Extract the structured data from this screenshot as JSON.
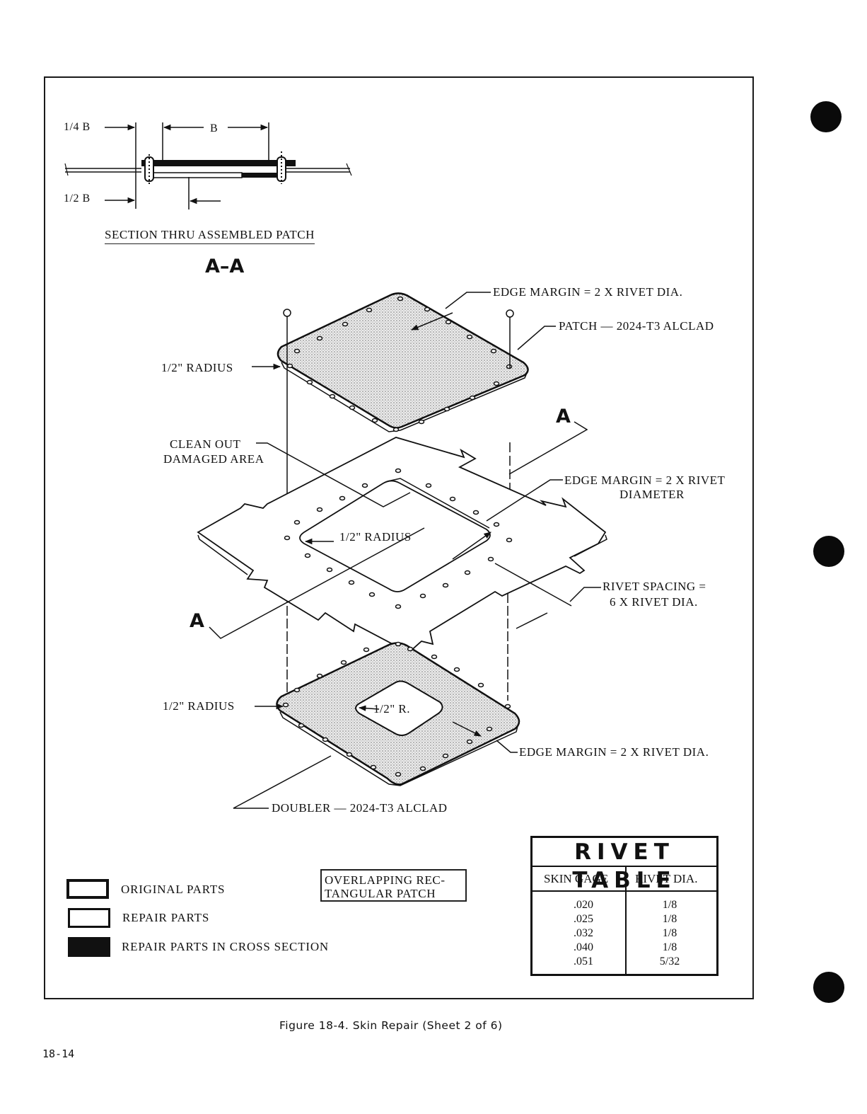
{
  "section": {
    "dim_quarter_b": "1/4 B",
    "dim_b": "B",
    "dim_half_b": "1/2 B",
    "title": "SECTION THRU ASSEMBLED PATCH",
    "view": "A–A"
  },
  "callouts": {
    "edge_margin_top": "EDGE MARGIN = 2 X RIVET DIA.",
    "patch": "PATCH — 2024-T3 ALCLAD",
    "radius_top": "1/2\" RADIUS",
    "clean_out_1": "CLEAN OUT",
    "clean_out_2": "DAMAGED AREA",
    "section_mark_a_right": "A",
    "edge_margin_mid_1": "EDGE MARGIN = 2 X RIVET",
    "edge_margin_mid_2": "DIAMETER",
    "radius_mid": "1/2\" RADIUS",
    "rivet_spacing_1": "RIVET SPACING =",
    "rivet_spacing_2": "6 X RIVET DIA.",
    "section_mark_a_left": "A",
    "radius_bottom": "1/2\" RADIUS",
    "radius_r": "1/2\" R.",
    "edge_margin_bottom": "EDGE MARGIN = 2 X RIVET DIA.",
    "doubler": "DOUBLER — 2024-T3 ALCLAD"
  },
  "legend": {
    "original_parts": "ORIGINAL PARTS",
    "repair_parts": "REPAIR PARTS",
    "repair_parts_cross_section": "REPAIR PARTS IN CROSS SECTION"
  },
  "patch_type": {
    "line1": "OVERLAPPING REC-",
    "line2": "TANGULAR PATCH"
  },
  "rivet_table": {
    "title": "RIVET TABLE",
    "col_skin_gage": "SKIN GAGE",
    "col_rivet_dia": "RIVET DIA.",
    "rows": [
      {
        "gage": ".020",
        "dia": "1/8"
      },
      {
        "gage": ".025",
        "dia": "1/8"
      },
      {
        "gage": ".032",
        "dia": "1/8"
      },
      {
        "gage": ".040",
        "dia": "1/8"
      },
      {
        "gage": ".051",
        "dia": "5/32"
      }
    ]
  },
  "caption": "Figure 18-4.  Skin Repair (Sheet 2 of 6)",
  "page_number": "18-14"
}
